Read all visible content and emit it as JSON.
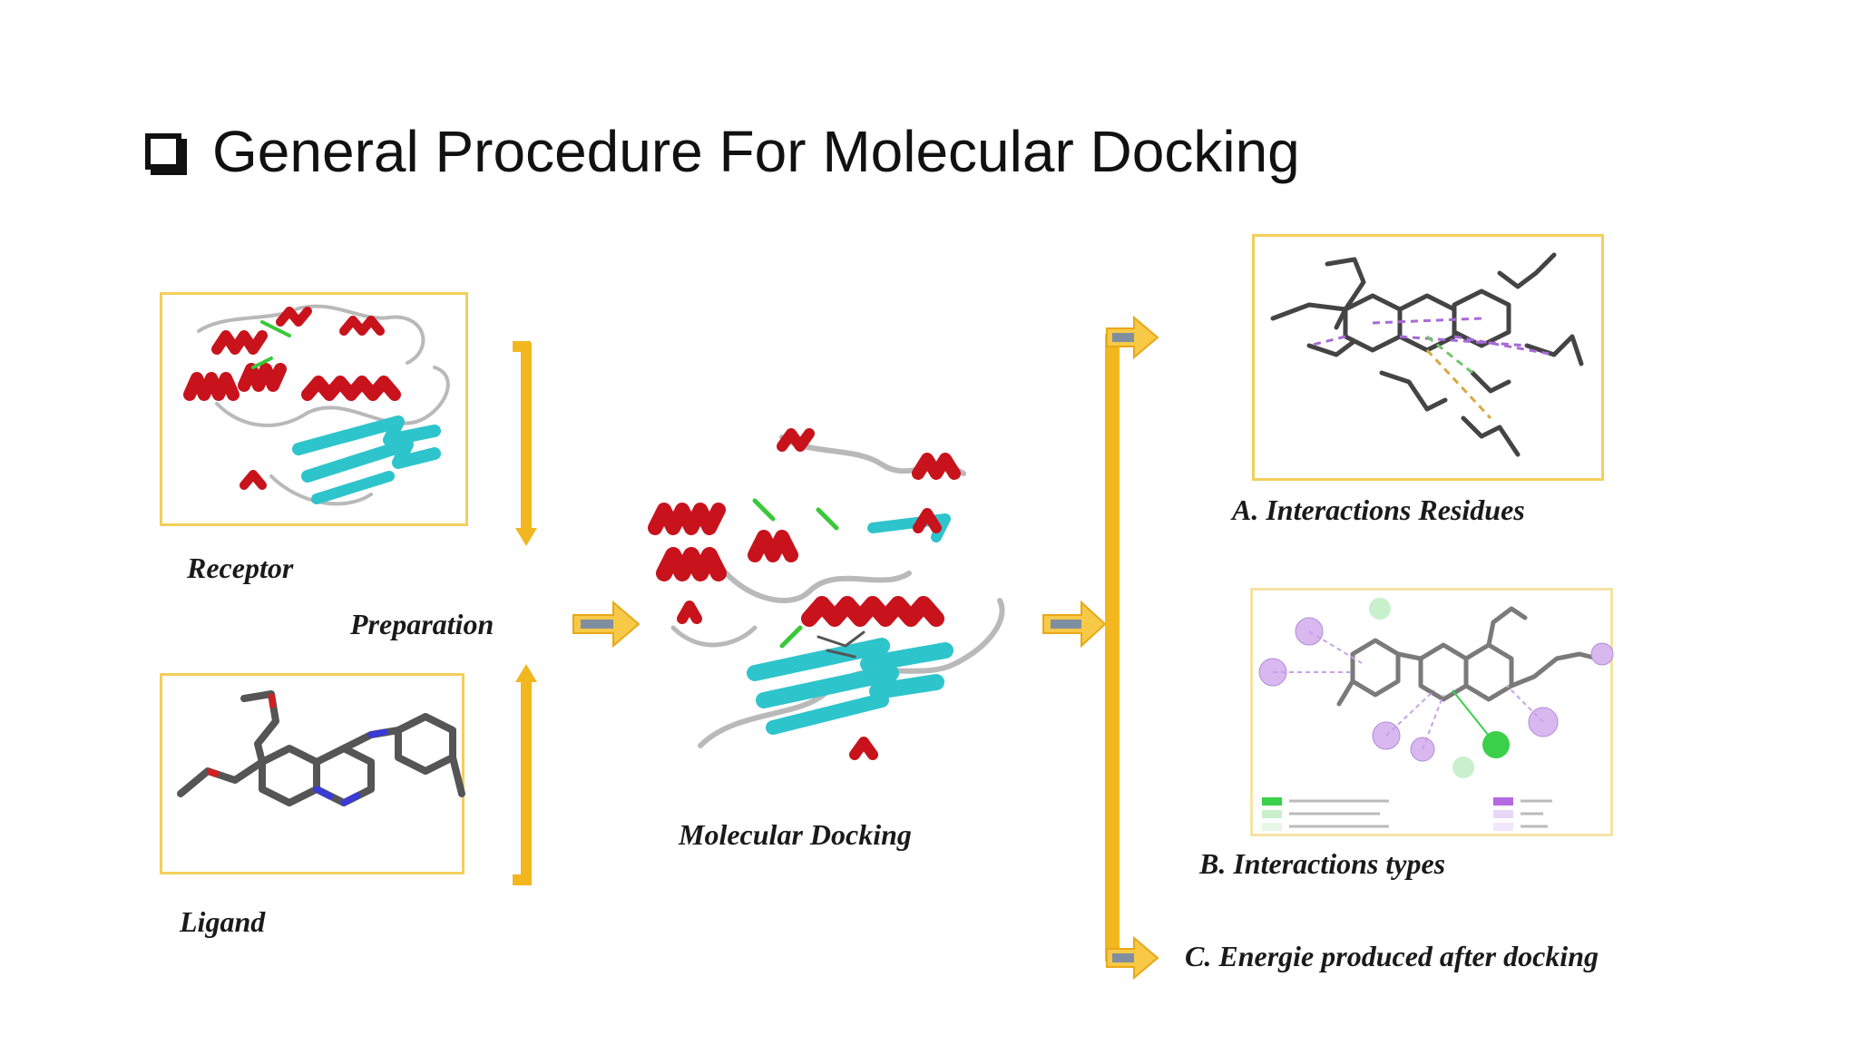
{
  "slide": {
    "title": "General Procedure For Molecular Docking",
    "bullet_icon": "checkbox-bullet-icon"
  },
  "diagram": {
    "labels": {
      "receptor": "Receptor",
      "ligand": "Ligand",
      "preparation": "Preparation",
      "docking": "Molecular Docking",
      "residues": "A. Interactions Residues",
      "types": "B. Interactions types",
      "energy": "C. Energie produced after docking"
    },
    "colors": {
      "arrow": "#f2b71f",
      "arrow_head": "#f7c947",
      "arrow_stem": "#7f8fa0",
      "helix": "#c8121c",
      "sheet": "#2ec4cc",
      "coil": "#b9b9b9",
      "panel_border": "#f2cf5a"
    },
    "icons": {
      "receptor": "protein-ribbon-icon",
      "ligand": "molecule-structure-icon",
      "docking": "docked-complex-icon",
      "residues": "interaction-residues-3d-icon",
      "types": "interaction-types-2d-icon"
    }
  }
}
